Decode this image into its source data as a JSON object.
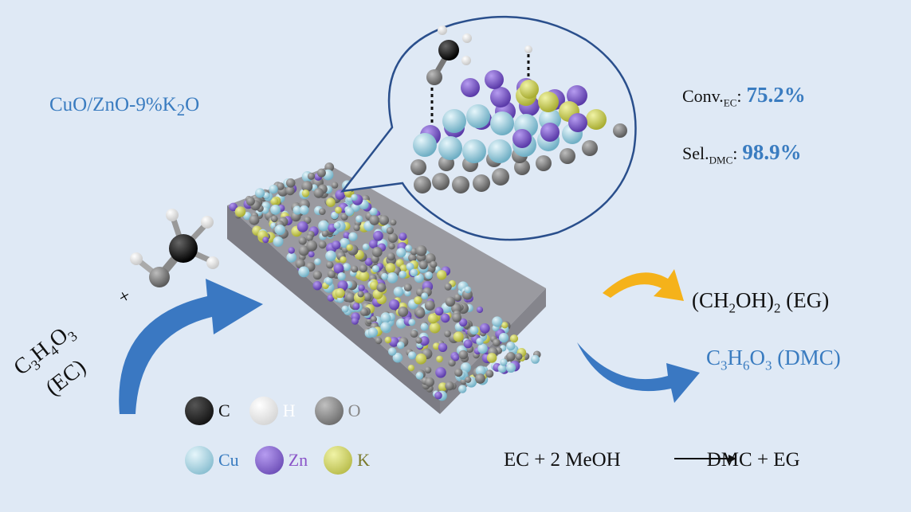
{
  "catalyst_label": {
    "base": "CuO/ZnO-9%K",
    "sub": "2",
    "end": "O"
  },
  "conversion": {
    "label": "Conv.",
    "sub": "EC",
    "colon": ":",
    "value": "75.2%"
  },
  "selectivity": {
    "label": "Sel.",
    "sub": "DMC",
    "colon": ":",
    "value": "98.9%"
  },
  "product_eg": {
    "p1": "(CH",
    "s1": "2",
    "p2": "OH)",
    "s2": "2",
    "p3": " (EG)"
  },
  "product_dmc": {
    "p1": "C",
    "s1": "3",
    "p2": "H",
    "s2": "6",
    "p3": "O",
    "s3": "3",
    "p4": " (DMC)"
  },
  "reactant": {
    "line1": {
      "p1": "C",
      "s1": "3",
      "p2": "H",
      "s2": "4",
      "p3": "O",
      "s3": "3"
    },
    "line2": "(EC)"
  },
  "plus": "+",
  "legend": [
    {
      "symbol": "C",
      "color": "#111111",
      "ball": "#1a1a1a"
    },
    {
      "symbol": "H",
      "color": "#ffffff",
      "ball": "#f2f2f2"
    },
    {
      "symbol": "O",
      "color": "#888888",
      "ball": "#8a8a8a"
    },
    {
      "symbol": "Cu",
      "color": "#3a7cc0",
      "ball": "#a6d9ea"
    },
    {
      "symbol": "Zn",
      "color": "#8a55c8",
      "ball": "#8b6ad6"
    },
    {
      "symbol": "K",
      "color": "#7a7a2a",
      "ball": "#d8dc6a"
    }
  ],
  "equation": {
    "left": "EC + 2 MeOH",
    "right": "DMC + EG"
  },
  "colors": {
    "background": "#dfe9f5",
    "accent_blue": "#3a7cc0",
    "arrow_blue": "#3a78c2",
    "arrow_orange": "#f5b21a"
  }
}
